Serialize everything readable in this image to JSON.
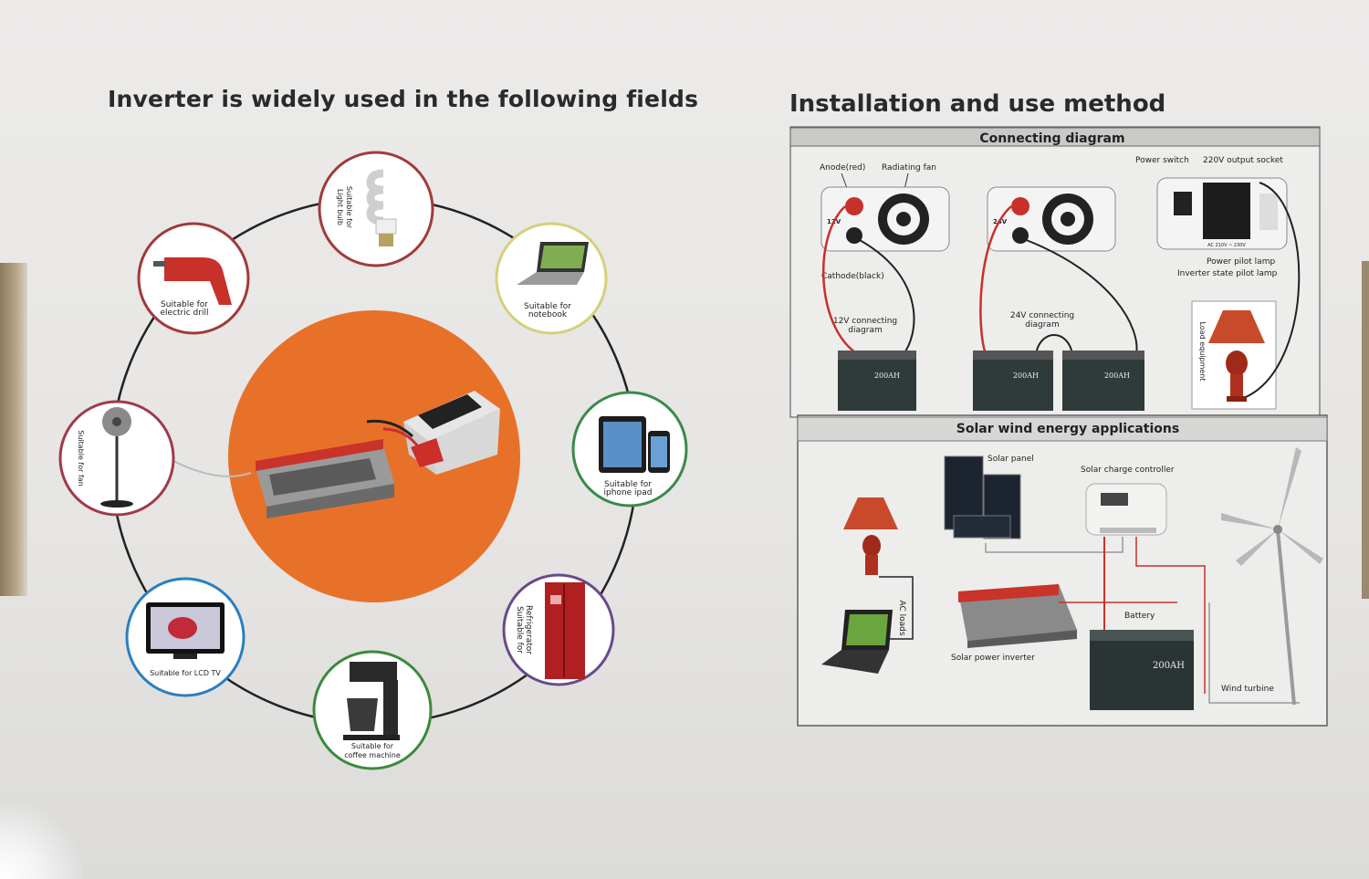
{
  "left_title": "Inverter is widely used in the following fields",
  "right_title": "Installation and use method",
  "fields": [
    {
      "label_lines": [
        "Suitable for",
        "Light bulb"
      ],
      "icon": "light-bulb-icon",
      "ring": "#a23a3a"
    },
    {
      "label_lines": [
        "Suitable for",
        "notebook"
      ],
      "icon": "notebook-icon",
      "ring": "#d6cf7a"
    },
    {
      "label_lines": [
        "Suitable for",
        "iphone ipad"
      ],
      "icon": "phone-tablet-icon",
      "ring": "#3a8a4a"
    },
    {
      "label_lines": [
        "Suitable for",
        "Refrigerator"
      ],
      "icon": "refrigerator-icon",
      "ring": "#6a4a8a"
    },
    {
      "label_lines": [
        "Suitable for",
        "coffee machine"
      ],
      "icon": "coffee-machine-icon",
      "ring": "#3a8a3a"
    },
    {
      "label_lines": [
        "Suitable for LCD TV"
      ],
      "icon": "lcd-tv-icon",
      "ring": "#2a7fbf"
    },
    {
      "label_lines": [
        "Suitable for fan"
      ],
      "icon": "fan-icon",
      "ring": "#a03a4a"
    },
    {
      "label_lines": [
        "Suitable for",
        "electric drill"
      ],
      "icon": "electric-drill-icon",
      "ring": "#a03a3a"
    }
  ],
  "connecting": {
    "header": "Connecting diagram",
    "anode": "Anode(red)",
    "fan": "Radiating fan",
    "cathode": "Cathode(black)",
    "v12": "12V",
    "v24": "24V",
    "d12_lines": [
      "12V connecting",
      "diagram"
    ],
    "d24_lines": [
      "24V connecting",
      "diagram"
    ],
    "power_switch": "Power switch",
    "socket": "220V output socket",
    "socket_plate": "AC 210V ~ 230V",
    "pilot": "Power pilot lamp",
    "inverter_state": "Inverter state pilot lamp",
    "load": "Load equipment",
    "battery": "200AH"
  },
  "solar": {
    "header": "Solar wind energy applications",
    "panel": "Solar panel",
    "controller": "Solar charge controller",
    "ac_loads": "AC loads",
    "inverter": "Solar power inverter",
    "battery": "Battery",
    "battery_label": "200AH",
    "wind": "Wind turbine"
  },
  "colors": {
    "orange": "#e8712a",
    "wire_red": "#c8302a",
    "cabinet": "#b02020"
  }
}
